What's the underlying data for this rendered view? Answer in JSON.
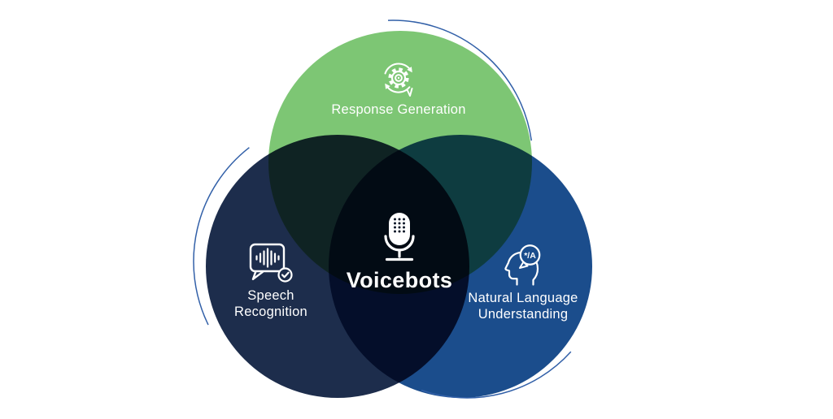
{
  "diagram": {
    "type": "venn",
    "background_color": "#ffffff",
    "arc_color": "#3260A8",
    "center": {
      "label": "Voicebots",
      "icon": "microphone-icon"
    },
    "sets": [
      {
        "id": "response-generation",
        "label": "Response Generation",
        "color": "#7DC674",
        "icon": "chat-gear-refresh-icon"
      },
      {
        "id": "speech-recognition",
        "label": "Speech Recognition",
        "line1": "Speech",
        "line2": "Recognition",
        "color": "#1D2D4C",
        "icon": "chat-waveform-check-icon"
      },
      {
        "id": "natural-language-understanding",
        "label": "Natural Language Understanding",
        "line1": "Natural Language",
        "line2": "Understanding",
        "color": "#1B4D8C",
        "icon": "head-translate-icon"
      }
    ],
    "translate_bubble_text": "*/A"
  }
}
